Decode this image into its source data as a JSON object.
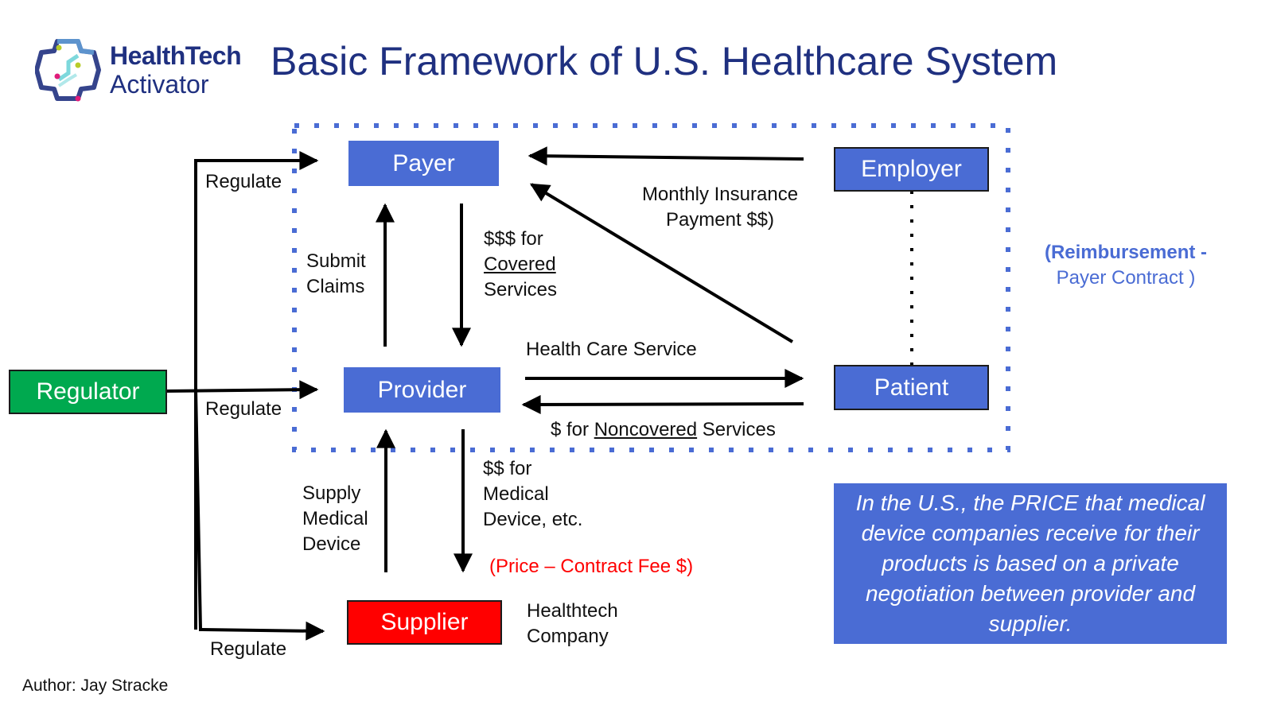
{
  "logo": {
    "line1": "HealthTech",
    "line2": "Activator"
  },
  "title": "Basic Framework of U.S. Healthcare System",
  "nodes": {
    "payer": "Payer",
    "employer": "Employer",
    "regulator": "Regulator",
    "provider": "Provider",
    "patient": "Patient",
    "supplier": "Supplier"
  },
  "labels": {
    "regulate_top": "Regulate",
    "regulate_mid": "Regulate",
    "regulate_bottom": "Regulate",
    "submit_claims_1": "Submit",
    "submit_claims_2": "Claims",
    "covered_1": "$$$ for",
    "covered_2": "Covered",
    "covered_3": "Services",
    "monthly_1": "Monthly Insurance",
    "monthly_2": "Payment $$)",
    "health_care_service": "Health Care Service",
    "noncovered_pre": "$ for ",
    "noncovered_u": "Noncovered",
    "noncovered_post": " Services",
    "supply_1": "Supply",
    "supply_2": "Medical",
    "supply_3": "Device",
    "medical_1": "$$ for",
    "medical_2": "Medical",
    "medical_3": "Device, etc.",
    "price_contract": "(Price – Contract Fee $)",
    "healthtech_1": "Healthtech",
    "healthtech_2": "Company",
    "reimb_bold": "(Reimbursement -",
    "reimb_2": "Payer Contract )"
  },
  "note": "In the U.S., the PRICE that medical device companies receive for their products is based on a private negotiation between provider and supplier.",
  "author": "Author: Jay Stracke",
  "colors": {
    "node_blue": "#4a6cd4",
    "regulator_green": "#00a94f",
    "supplier_red": "#ff0000",
    "title_navy": "#1f3080"
  }
}
